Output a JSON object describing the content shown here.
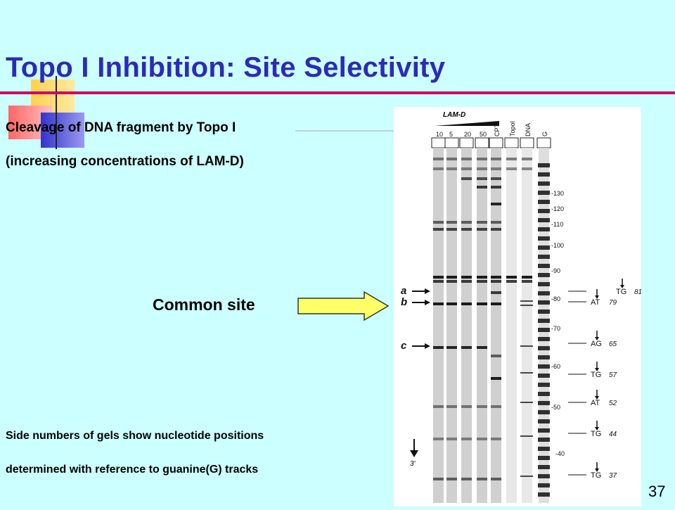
{
  "slide": {
    "title": "Topo I Inhibition: Site Selectivity",
    "caption_line1": "Cleavage of  DNA fragment by Topo I",
    "caption_line2": "(increasing concentrations of LAM-D)",
    "callout": "Common site",
    "footnote_line1": "Side numbers of gels show nucleotide positions",
    "footnote_line2": "determined with reference to guanine(G) tracks",
    "slide_number": "37"
  },
  "gel": {
    "header_label": "LAM-D",
    "lane_labels": [
      "10",
      "5",
      "20",
      "50",
      "CPT",
      "TopoI",
      "DNA",
      "G"
    ],
    "positions": [
      "-130",
      "-120",
      "-110",
      "-100",
      "-90",
      "-80",
      "-70",
      "-60",
      "-50",
      "-40"
    ],
    "band_markers": [
      "a",
      "b",
      "c"
    ],
    "three_prime_label": "3'",
    "site_labels": [
      {
        "bases": "TG",
        "number": "81"
      },
      {
        "bases": "AT",
        "number": "79"
      },
      {
        "bases": "AG",
        "number": "65"
      },
      {
        "bases": "TG",
        "number": "57"
      },
      {
        "bases": "AT",
        "number": "52"
      },
      {
        "bases": "TG",
        "number": "44"
      },
      {
        "bases": "TG",
        "number": "37"
      }
    ]
  },
  "colors": {
    "background": "#ccffff",
    "title": "#2b2bb8",
    "rule": "#cc0066",
    "callout_arrow": "#ffff66"
  }
}
